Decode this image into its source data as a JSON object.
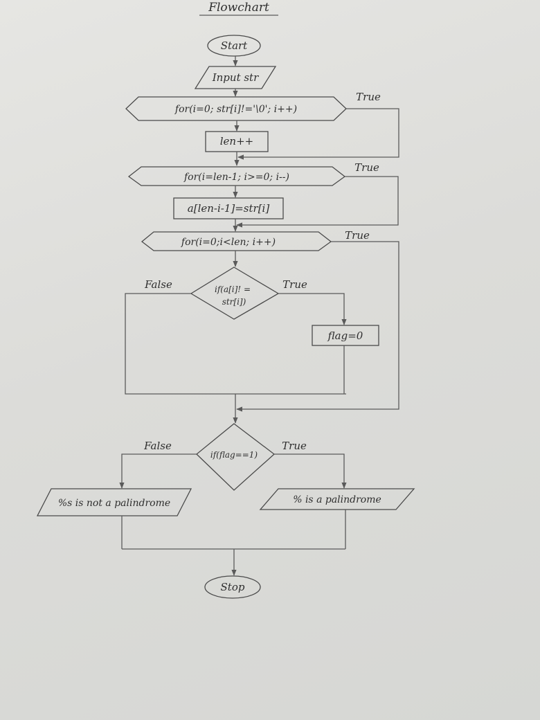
{
  "diagram": {
    "title": "Flowchart",
    "nodes": {
      "start": "Start",
      "input": "Input str",
      "loop1": "for(i=0; str[i]!='\\0'; i++)",
      "len_inc": "len++",
      "loop2": "for(i=len-1; i>=0; i--)",
      "assign": "a[len-i-1]=str[i]",
      "loop3": "for(i=0;i<len; i++)",
      "if1_line1": "if(a[i]! =",
      "if1_line2": "str[i])",
      "flag0": "flag=0",
      "if2": "if(flag==1)",
      "not_pal": "%s is not a palindrome",
      "is_pal": "% is a palindrome",
      "stop": "Stop"
    },
    "edges": {
      "loop1_true": "True",
      "loop2_true": "True",
      "loop3_true": "True",
      "if1_false": "False",
      "if1_true": "True",
      "if2_false": "False",
      "if2_true": "True"
    }
  }
}
